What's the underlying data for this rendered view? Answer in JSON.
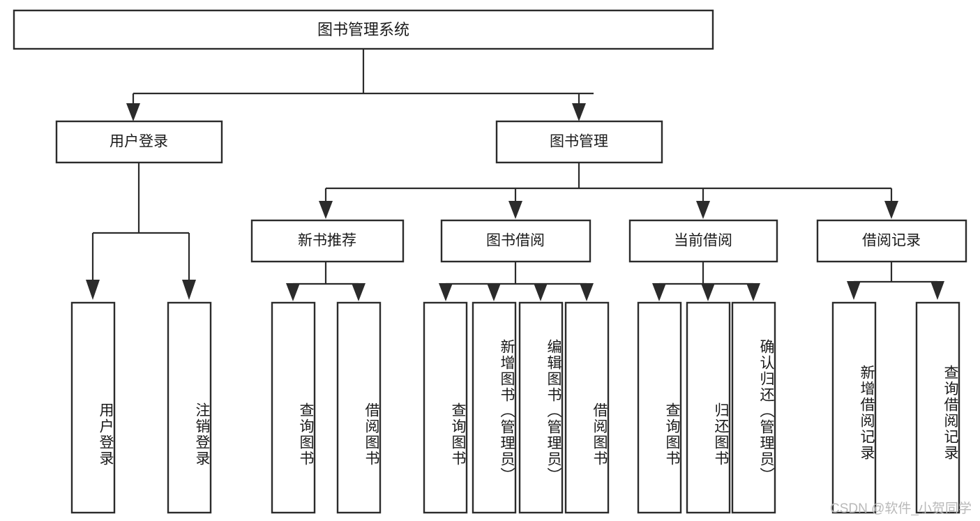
{
  "diagram": {
    "title": "图书管理系统",
    "type": "tree-hierarchy",
    "watermark": "CSDN @软件_小贺同学",
    "root": {
      "label": "图书管理系统"
    },
    "level2": [
      {
        "label": "用户登录"
      },
      {
        "label": "图书管理"
      }
    ],
    "level3": [
      {
        "label": "新书推荐"
      },
      {
        "label": "图书借阅"
      },
      {
        "label": "当前借阅"
      },
      {
        "label": "借阅记录"
      }
    ],
    "leaves": {
      "user_login": [
        {
          "label": "用户登录"
        },
        {
          "label": "注销登录"
        }
      ],
      "new_book_recommend": [
        {
          "label": "查询图书"
        },
        {
          "label": "借阅图书"
        }
      ],
      "book_borrow": [
        {
          "label": "查询图书"
        },
        {
          "label": "新增图书（管理员）"
        },
        {
          "label": "编辑图书（管理员）"
        },
        {
          "label": "借阅图书"
        }
      ],
      "current_borrow": [
        {
          "label": "查询图书"
        },
        {
          "label": "归还图书"
        },
        {
          "label": "确认归还（管理员）"
        }
      ],
      "borrow_record": [
        {
          "label": "新增借阅记录"
        },
        {
          "label": "查询借阅记录"
        }
      ]
    },
    "colors": {
      "stroke": "#2b2b2b",
      "fill": "#ffffff",
      "text": "#1a1a1a",
      "watermark": "#b9b9b9"
    }
  }
}
